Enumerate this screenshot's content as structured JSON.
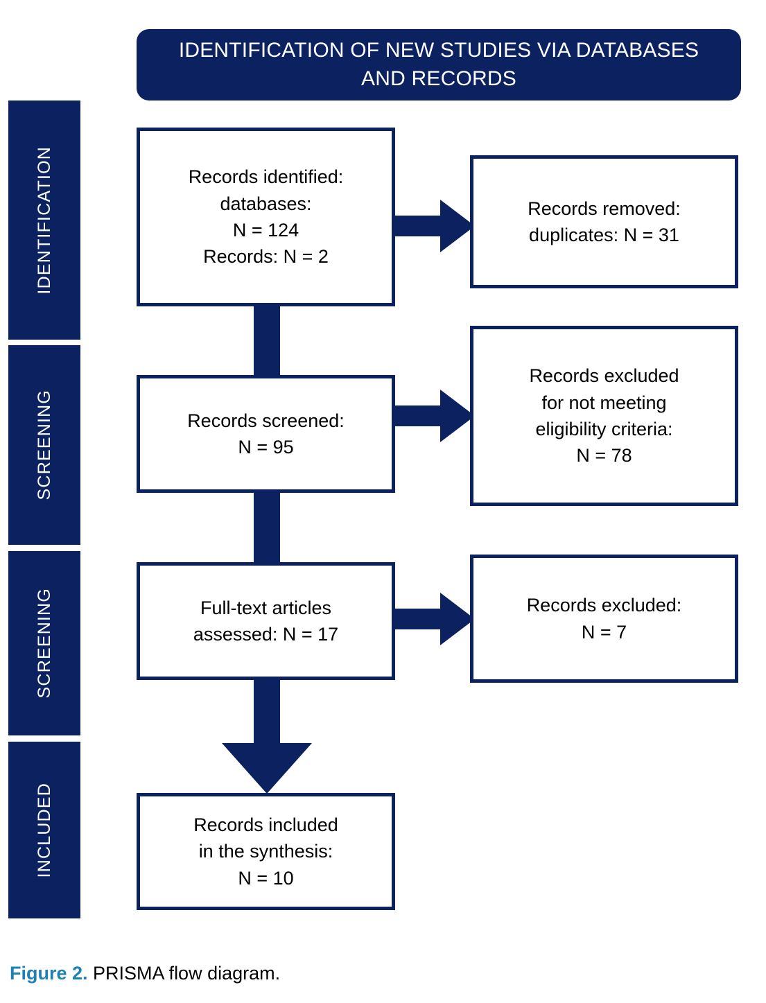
{
  "figure": {
    "banner": {
      "title": "IDENTIFICATION OF NEW STUDIES VIA DATABASES\nAND RECORDS"
    },
    "phases": [
      {
        "label": "IDENTIFICATION"
      },
      {
        "label": "SCREENING"
      },
      {
        "label": "SCREENING"
      },
      {
        "label": "INCLUDED"
      }
    ],
    "boxes": [
      {
        "id": "records-identified",
        "text": "Records identified:\ndatabases:\nN = 124\nRecords: N = 2"
      },
      {
        "id": "records-removed",
        "text": "Records removed:\nduplicates: N = 31"
      },
      {
        "id": "records-screened",
        "text": "Records screened:\nN = 95"
      },
      {
        "id": "records-excluded-eligibility",
        "text": "Records excluded\nfor not meeting\neligibility criteria:\nN = 78"
      },
      {
        "id": "full-text-assessed",
        "text": "Full-text articles\nassessed: N = 17"
      },
      {
        "id": "records-excluded",
        "text": "Records excluded:\nN = 7"
      },
      {
        "id": "records-included",
        "text": "Records included\nin the synthesis:\nN = 10"
      }
    ],
    "caption": {
      "label": "Figure 2.",
      "text": " PRISMA flow diagram."
    },
    "colors": {
      "navy": "#0b2160",
      "teal": "#1f80b4",
      "white": "#ffffff",
      "black": "#000000"
    }
  }
}
